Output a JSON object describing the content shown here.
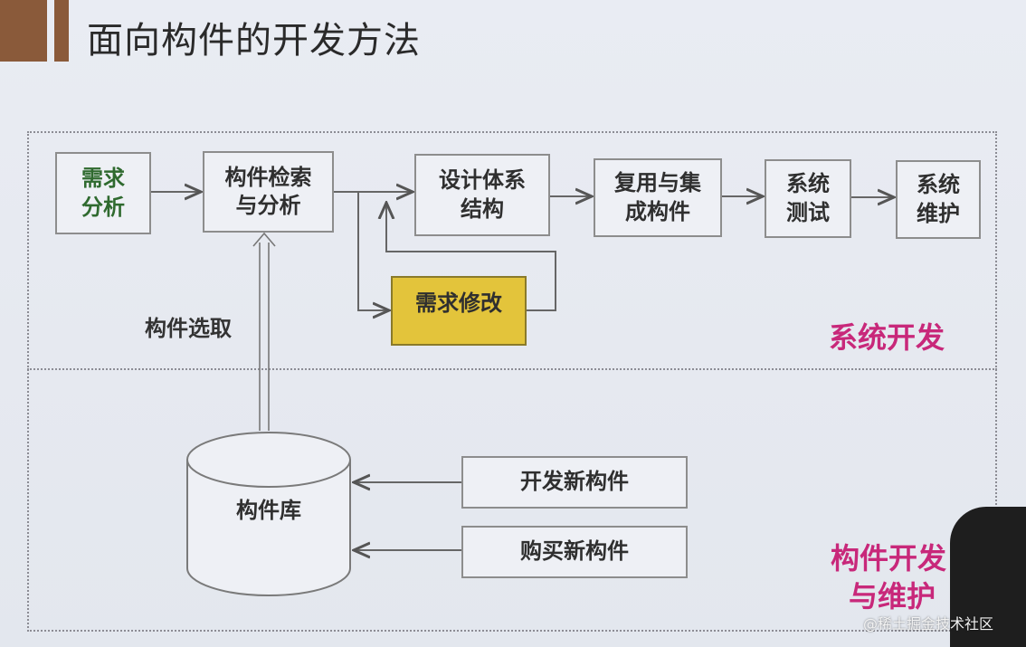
{
  "slide": {
    "title": "面向构件的开发方法"
  },
  "diagram": {
    "process": {
      "req_analysis": "需求\n分析",
      "retrieval": "构件检索\n与分析",
      "design": "设计体系\n结构",
      "reuse": "复用与集\n成构件",
      "testing": "系统\n测试",
      "maintenance": "系统\n维护",
      "req_change": "需求修改"
    },
    "labels": {
      "selection": "构件选取",
      "system_dev": "系统开发",
      "component_dev_line1": "构件开发",
      "component_dev_line2": "与维护"
    },
    "library": {
      "name": "构件库",
      "develop_new": "开发新构件",
      "buy_new": "购买新构件"
    }
  },
  "watermark": "@稀土掘金技术社区"
}
